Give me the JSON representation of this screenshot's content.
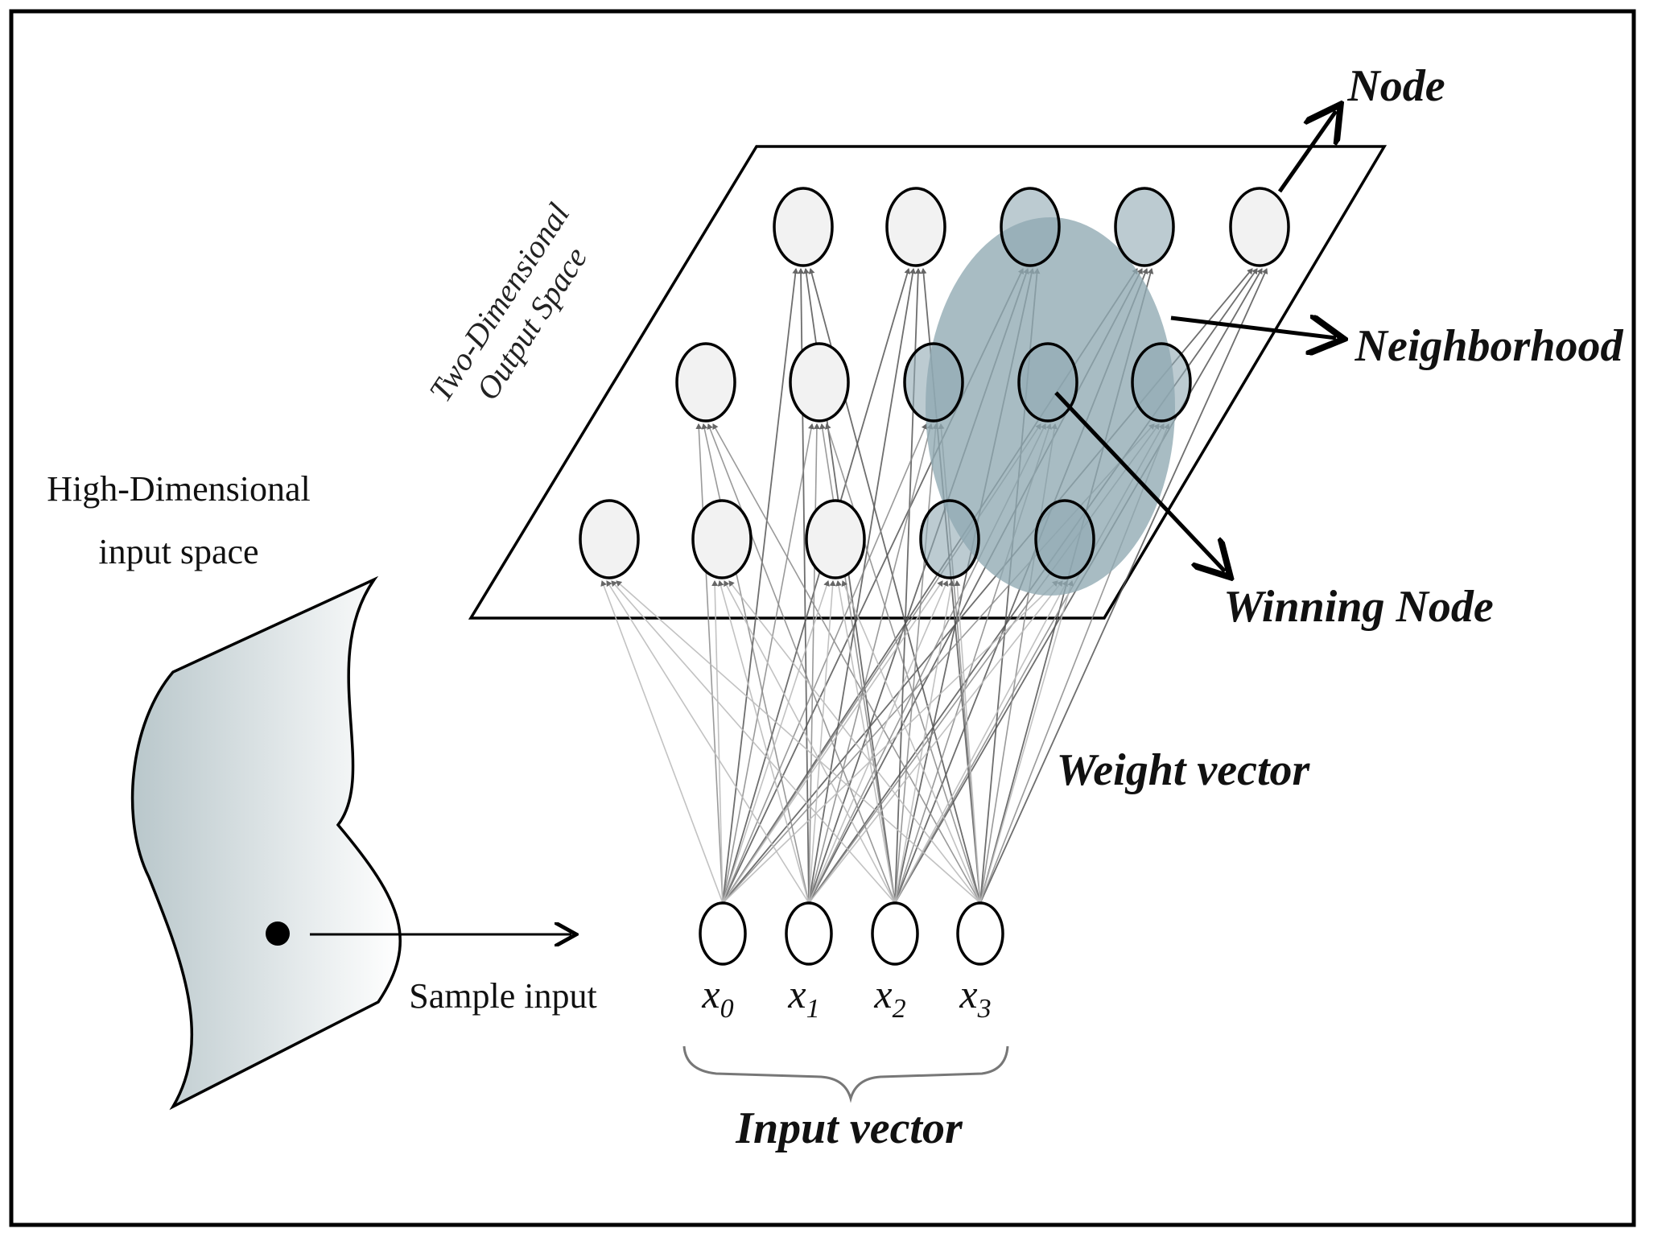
{
  "labels": {
    "high_dim_line1": "High-Dimensional",
    "high_dim_line2": "input space",
    "sample_input": "Sample input",
    "two_dim_line1": "Two-Dimensional",
    "two_dim_line2": "Output Space",
    "node": "Node",
    "neighborhood": "Neighborhood",
    "winning_node": "Winning Node",
    "weight_vector": "Weight vector",
    "input_vector": "Input vector"
  },
  "inputs": [
    {
      "base": "x",
      "sub": "0"
    },
    {
      "base": "x",
      "sub": "1"
    },
    {
      "base": "x",
      "sub": "2"
    },
    {
      "base": "x",
      "sub": "3"
    }
  ],
  "colors": {
    "neighborhood_fill": "#8fa9b2",
    "node_fill": "#f2f2f2",
    "input_space_fill": "#c8d3d6"
  }
}
